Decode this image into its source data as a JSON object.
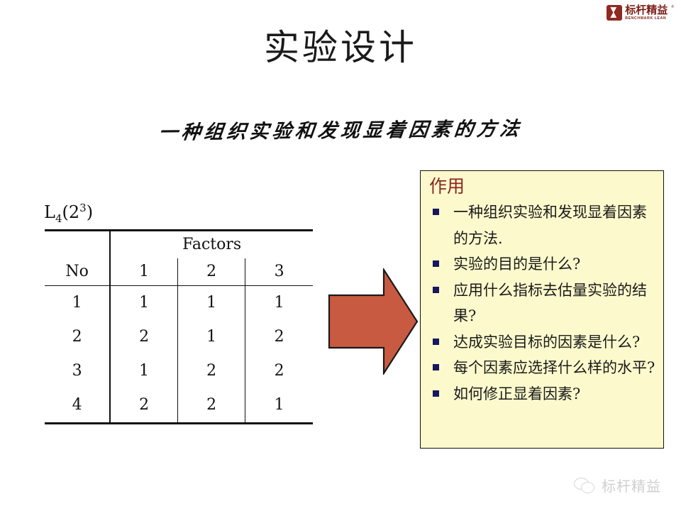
{
  "slide": {
    "title": "实验设计",
    "subtitle_handwritten": "一种组织实验和发现显着因素的方法"
  },
  "brand": {
    "logo_icon": "benchmark-lean-logo-icon",
    "name_cn": "标杆精益",
    "name_en": "BENCHMARK LEAN",
    "registered_mark": "®",
    "accent_color": "#7d1f18"
  },
  "array_figure": {
    "label_base": "L",
    "label_sub": "4",
    "label_paren_open": "(",
    "label_mantissa": "2",
    "label_sup": "3",
    "label_paren_close": ")",
    "header_group": "Factors",
    "header_no": "No",
    "factor_headers": [
      "1",
      "2",
      "3"
    ],
    "rows": [
      {
        "no": "1",
        "values": [
          "1",
          "1",
          "1"
        ]
      },
      {
        "no": "2",
        "values": [
          "2",
          "1",
          "2"
        ]
      },
      {
        "no": "3",
        "values": [
          "1",
          "2",
          "2"
        ]
      },
      {
        "no": "4",
        "values": [
          "2",
          "2",
          "1"
        ]
      }
    ]
  },
  "arrow": {
    "icon": "right-arrow-icon",
    "fill_color": "#c85a41",
    "stroke_color": "#1a1a1a"
  },
  "note_box": {
    "heading": "作用",
    "heading_color": "#8b2420",
    "background_color": "#fcfacc",
    "border_color": "#111111",
    "bullet_color": "#17175f",
    "items": [
      "一种组织实验和发现显着因素的方法.",
      "实验的目的是什么?",
      "应用什么指标去估量实验的结果?",
      "达成实验目标的因素是什么?",
      "每个因素应选择什么样的水平?",
      "如何修正显着因素?"
    ]
  },
  "footer": {
    "watermark_icon": "wechat-icon",
    "watermark_text": "标杆精益"
  }
}
